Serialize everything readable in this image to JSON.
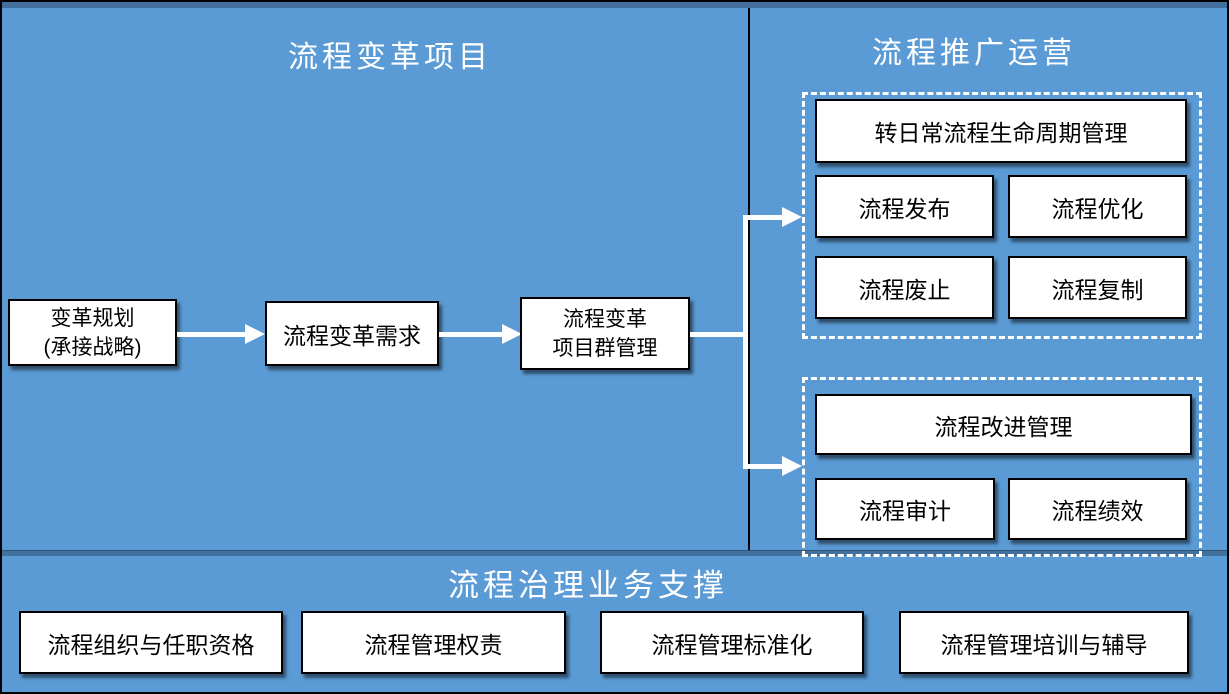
{
  "sections": {
    "top_left": {
      "title": "流程变革项目"
    },
    "top_right": {
      "title": "流程推广运营"
    },
    "bottom": {
      "title": "流程治理业务支撑"
    }
  },
  "flow": {
    "planning_line1": "变革规划",
    "planning_line2": "(承接战略)",
    "demand": "流程变革需求",
    "program_line1": "流程变革",
    "program_line2": "项目群管理"
  },
  "promotion": {
    "lifecycle_header": "转日常流程生命周期管理",
    "publish": "流程发布",
    "optimize": "流程优化",
    "abolish": "流程废止",
    "copy": "流程复制",
    "improvement_header": "流程改进管理",
    "audit": "流程审计",
    "performance": "流程绩效"
  },
  "support": {
    "org": "流程组织与任职资格",
    "authority": "流程管理权责",
    "standardization": "流程管理标准化",
    "training": "流程管理培训与辅导"
  },
  "colors": {
    "background": "#5B9BD5",
    "divider": "#44709D",
    "box_background": "#FFFFFF",
    "box_border": "#000000",
    "title_text": "#FFFFFF",
    "box_text": "#000000",
    "connector": "#FFFFFF",
    "dashed_border": "#FFFFFF"
  }
}
